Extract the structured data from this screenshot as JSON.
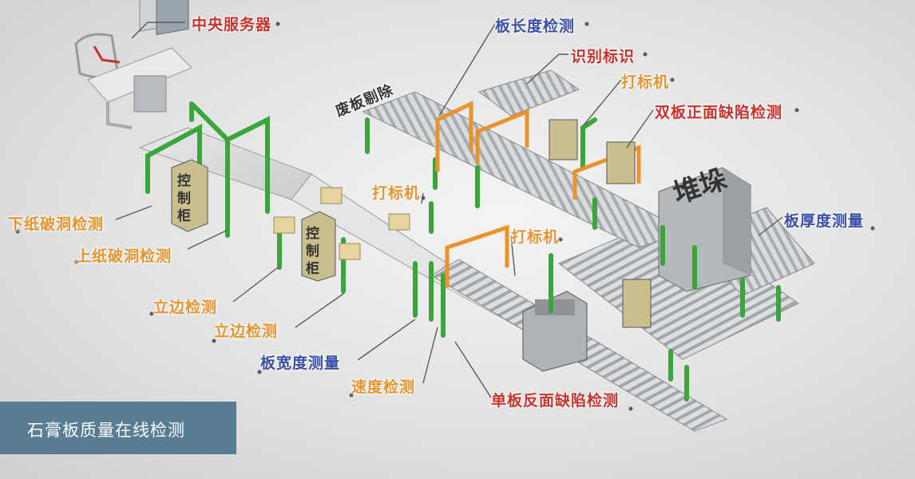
{
  "caption": "石膏板质量在线检测",
  "colors": {
    "red": "#c8332b",
    "blue": "#3b4fa8",
    "orange": "#e8932e",
    "frame_green": "#3aa53a",
    "rail_grey": "#b9bcc0",
    "caption_bg": "#5a7d96"
  },
  "labels": {
    "central_server": "中央服务器",
    "board_length": "板长度检测",
    "identify_mark": "识别标识",
    "marker_top": "打标机",
    "double_front_defect": "双板正面缺陷检测",
    "reject": "废板剔除",
    "stacker": "堆垛",
    "lower_paper_hole": "下纸破洞检测",
    "upper_paper_hole": "上纸破洞检测",
    "marker_mid": "打标机",
    "marker_right": "打标机",
    "board_thickness": "板厚度测量",
    "edge_detect_1": "立边检测",
    "edge_detect_2": "立边检测",
    "board_width": "板宽度测量",
    "speed_detect": "速度检测",
    "single_back_defect": "单板反面缺陷检测",
    "cabinet_line1": "控",
    "cabinet_line2": "制",
    "cabinet_line3": "柜"
  }
}
